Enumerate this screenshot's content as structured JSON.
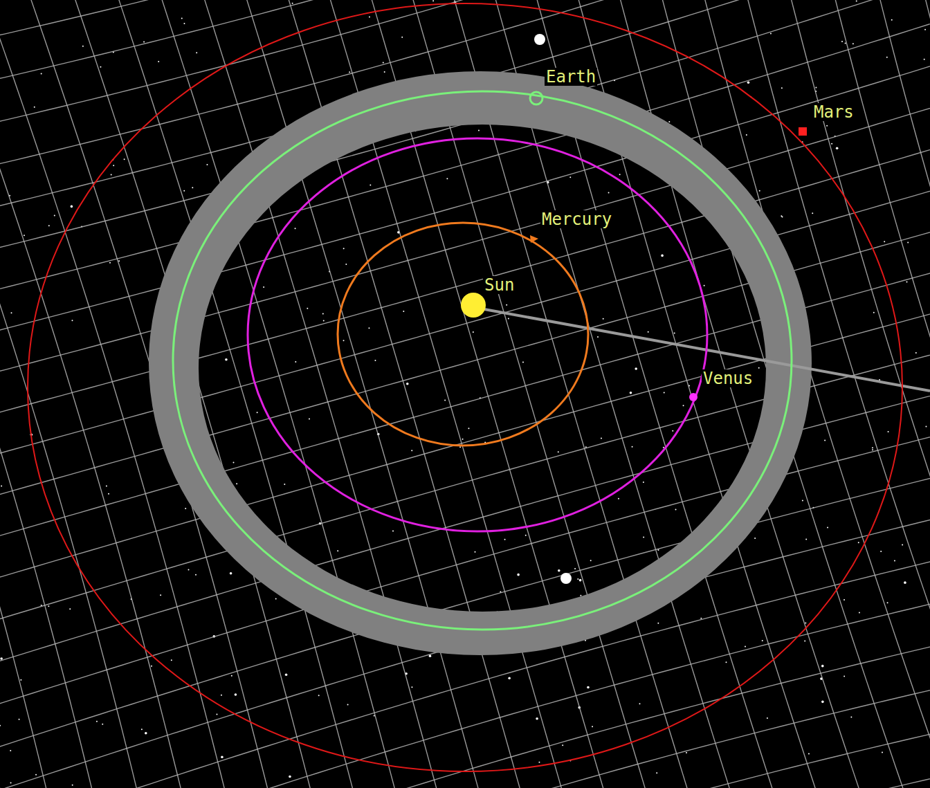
{
  "diagram": {
    "labels": [
      "Earth",
      "Mars",
      "Mercury",
      "Sun",
      "Venus"
    ]
  }
}
